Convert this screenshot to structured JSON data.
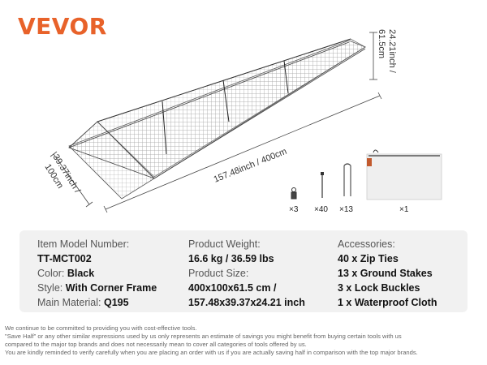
{
  "brand": {
    "logo": "VEVOR",
    "accent": "#e8622a"
  },
  "dimensions": {
    "length": "157.48inch / 400cm",
    "width_inch": "39.37inch /",
    "width_cm": "100cm",
    "height_inch": "24.21inch /",
    "height_cm": "61.5cm"
  },
  "accessories_icons": [
    {
      "icon": "lock-buckle-icon",
      "qty": "×3"
    },
    {
      "icon": "zip-tie-icon",
      "qty": "×40"
    },
    {
      "icon": "ground-stake-icon",
      "qty": "×13"
    },
    {
      "icon": "waterproof-cloth-bag-icon",
      "qty": "×1"
    }
  ],
  "specs": {
    "col1": [
      {
        "label": "Item Model Number:",
        "value": ""
      },
      {
        "label": "",
        "value": "TT-MCT002"
      },
      {
        "label": "Color: ",
        "value": "Black"
      },
      {
        "label": "Style: ",
        "value": "With Corner Frame"
      },
      {
        "label": "Main Material: ",
        "value": "Q195"
      }
    ],
    "col2": [
      {
        "label": "Product Weight:",
        "value": ""
      },
      {
        "label": "",
        "value": "16.6 kg / 36.59 lbs"
      },
      {
        "label": "Product Size:",
        "value": ""
      },
      {
        "label": "",
        "value": "400x100x61.5 cm /"
      },
      {
        "label": "",
        "value": "157.48x39.37x24.21 inch"
      }
    ],
    "col3": [
      {
        "label": "Accessories:",
        "value": ""
      },
      {
        "label": "",
        "value": "40 x Zip Ties"
      },
      {
        "label": "",
        "value": "13 x Ground Stakes"
      },
      {
        "label": "",
        "value": "3 x Lock Buckles"
      },
      {
        "label": "",
        "value": "1 x Waterproof Cloth"
      }
    ]
  },
  "disclaimer": [
    "We continue to be committed to providing you with cost-effective tools.",
    "\"Save Half\" or any other similar expressions used by us only represents an estimate of savings you might benefit from buying certain tools with us",
    "compared to the major top brands and does not necessarily mean to cover all categories of tools offered by us.",
    "You are kindly reminded to verify carefully when you are placing an order with us if you are actually saving half in comparison with the top major brands."
  ]
}
